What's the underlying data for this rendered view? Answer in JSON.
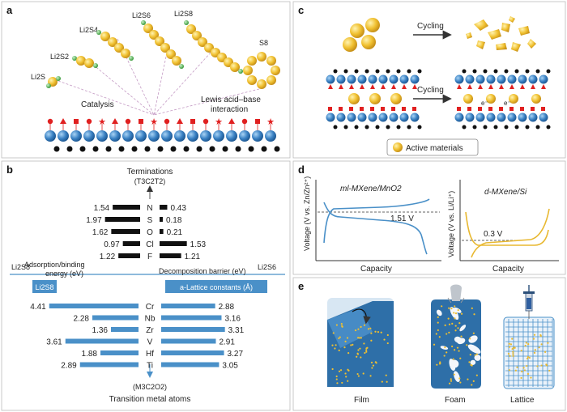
{
  "panels": {
    "a": "a",
    "b": "b",
    "c": "c",
    "d": "d",
    "e": "e"
  },
  "panel_a": {
    "species": [
      "Li2S",
      "Li2S2",
      "Li2S4",
      "Li2S6",
      "Li2S8",
      "S8"
    ],
    "catalysis_label": "Catalysis",
    "lewis_label_1": "Lewis acid–base",
    "lewis_label_2": "interaction"
  },
  "panel_b": {
    "terminations_title": "Terminations",
    "terminations_formula": "(T3C2T2)",
    "termination_rows": [
      {
        "element": "N",
        "left": "1.54",
        "right": "0.43",
        "left_val": 1.54,
        "right_val": 0.43
      },
      {
        "element": "S",
        "left": "1.97",
        "right": "0.18",
        "left_val": 1.97,
        "right_val": 0.18
      },
      {
        "element": "O",
        "left": "1.62",
        "right": "0.21",
        "left_val": 1.62,
        "right_val": 0.21
      },
      {
        "element": "Cl",
        "left": "0.97",
        "right": "1.53",
        "left_val": 0.97,
        "right_val": 1.53
      },
      {
        "element": "F",
        "left": "1.22",
        "right": "1.21",
        "left_val": 1.22,
        "right_val": 1.21
      }
    ],
    "left_species": "Li2S8",
    "right_species": "Li2S6",
    "left_axis_label_1": "Adsorption/binding",
    "left_axis_label_2": "energy (eV)",
    "right_axis_label": "Decomposition barrier (eV)",
    "left_box_label": "Li2S8",
    "right_box_label": "a-Lattice constants (Å)",
    "metal_rows": [
      {
        "element": "Cr",
        "left": "4.41",
        "right": "2.88",
        "left_val": 4.41,
        "right_val": 2.88
      },
      {
        "element": "Nb",
        "left": "2.28",
        "right": "3.16",
        "left_val": 2.28,
        "right_val": 3.16
      },
      {
        "element": "Zr",
        "left": "1.36",
        "right": "3.31",
        "left_val": 1.36,
        "right_val": 3.31
      },
      {
        "element": "V",
        "left": "3.61",
        "right": "2.91",
        "left_val": 3.61,
        "right_val": 2.91
      },
      {
        "element": "Hf",
        "left": "1.88",
        "right": "3.27",
        "left_val": 1.88,
        "right_val": 3.27
      },
      {
        "element": "Ti",
        "left": "2.89",
        "right": "3.05",
        "left_val": 2.89,
        "right_val": 3.05
      }
    ],
    "metals_formula": "(M3C2O2)",
    "metals_title": "Transition metal atoms"
  },
  "panel_c": {
    "cycling_label_1": "Cycling",
    "cycling_label_2": "Cycling",
    "electron_label": "e⁻",
    "legend_label": "Active materials"
  },
  "panel_d": {
    "left_title": "ml-MXene/MnO2",
    "left_ylabel": "Voltage (V vs. Zn/Zn²⁺)",
    "left_xlabel": "Capacity",
    "left_annotation": "1.51 V",
    "right_title": "d-MXene/Si",
    "right_ylabel": "Voltage (V vs. Li/Li⁺)",
    "right_xlabel": "Capacity",
    "right_annotation": "0.3 V"
  },
  "panel_e": {
    "labels": [
      "Film",
      "Foam",
      "Lattice"
    ]
  },
  "colors": {
    "gold": "#f0c030",
    "green": "#4caf50",
    "blue_sphere": "#3b82c4",
    "red": "#e02020",
    "black": "#111111",
    "bar_blue": "#4a90c8",
    "panel_bg": "#e8eef5"
  }
}
